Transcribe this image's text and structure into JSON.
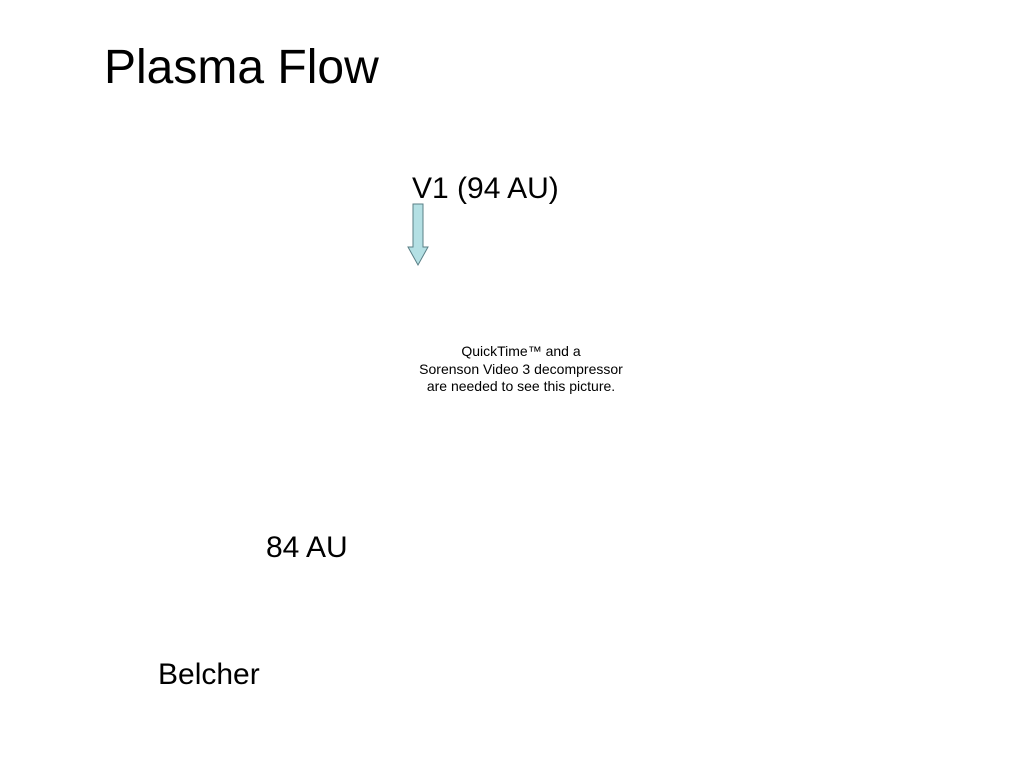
{
  "slide": {
    "title": "Plasma Flow",
    "v1_label": "V1 (94 AU)",
    "arrow_icon": "down-arrow-icon",
    "arrow_fill": "#b4e0e4",
    "placeholder": {
      "line1": "QuickTime™ and a",
      "line2": "Sorenson Video 3 decompressor",
      "line3": "are needed to see this picture."
    },
    "distance_label": "84 AU",
    "credit": "Belcher"
  }
}
